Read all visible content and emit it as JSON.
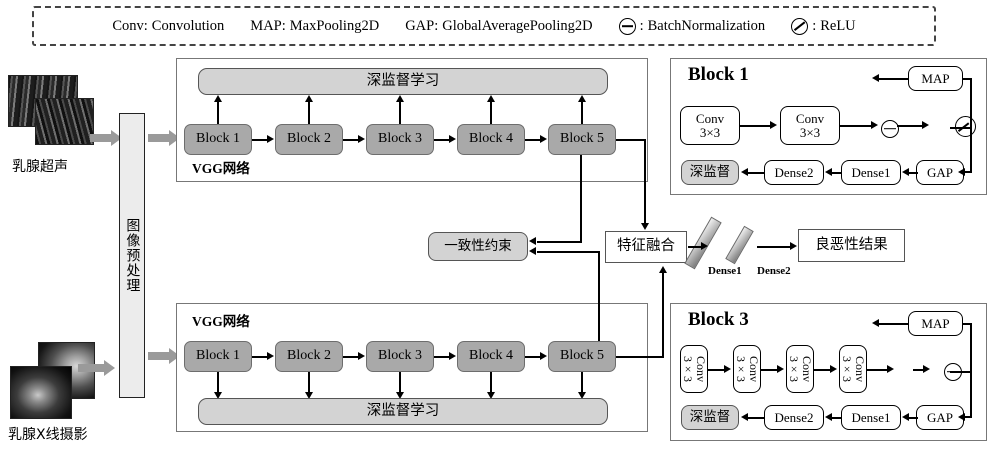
{
  "legend": {
    "items": [
      {
        "key": "Conv:",
        "val": "Convolution",
        "icon": null
      },
      {
        "key": "MAP:",
        "val": "MaxPooling2D",
        "icon": null
      },
      {
        "key": "GAP:",
        "val": "GlobalAveragePooling2D",
        "icon": null
      },
      {
        "key": ":",
        "val": "BatchNormalization",
        "icon": "batchnorm-circle-icon"
      },
      {
        "key": ":",
        "val": "ReLU",
        "icon": "relu-circle-icon"
      }
    ]
  },
  "inputs": {
    "ultrasound_label": "乳腺超声",
    "mammography_label": "乳腺X线摄影"
  },
  "preprocess": {
    "label": "图像预处理"
  },
  "branch_top": {
    "network_label": "VGG网络",
    "supervision_label": "深监督学习",
    "blocks": [
      "Block 1",
      "Block 2",
      "Block 3",
      "Block 4",
      "Block 5"
    ]
  },
  "branch_bottom": {
    "network_label": "VGG网络",
    "supervision_label": "深监督学习",
    "blocks": [
      "Block 1",
      "Block 2",
      "Block 3",
      "Block 4",
      "Block 5"
    ]
  },
  "middle": {
    "consistency_label": "一致性约束",
    "fusion_label": "特征融合",
    "dense1_label": "Dense1",
    "dense2_label": "Dense2",
    "result_label": "良恶性结果"
  },
  "block1_panel": {
    "title": "Block 1",
    "convs": [
      "Conv\n3×3",
      "Conv\n3×3"
    ],
    "conv_name": "Conv",
    "conv_kernel": "3×3",
    "map_label": "MAP",
    "gap_label": "GAP",
    "dense1_label": "Dense1",
    "dense2_label": "Dense2",
    "supervision_label": "深监督",
    "bn_icon": "batchnorm-circle-icon",
    "relu_icon": "relu-circle-icon"
  },
  "block3_panel": {
    "title": "Block 3",
    "conv_count": 4,
    "conv_name": "Conv",
    "conv_kernel": "3×3",
    "map_label": "MAP",
    "gap_label": "GAP",
    "dense1_label": "Dense1",
    "dense2_label": "Dense2",
    "supervision_label": "深监督",
    "bn_icon": "batchnorm-circle-icon",
    "relu_icon": "relu-circle-icon"
  },
  "colors": {
    "block_fill": "#a9a9a9",
    "supervision_fill": "#d3d3d3",
    "arrow_gray": "#9a9a9a",
    "panel_border": "#777777",
    "line": "#000000"
  }
}
